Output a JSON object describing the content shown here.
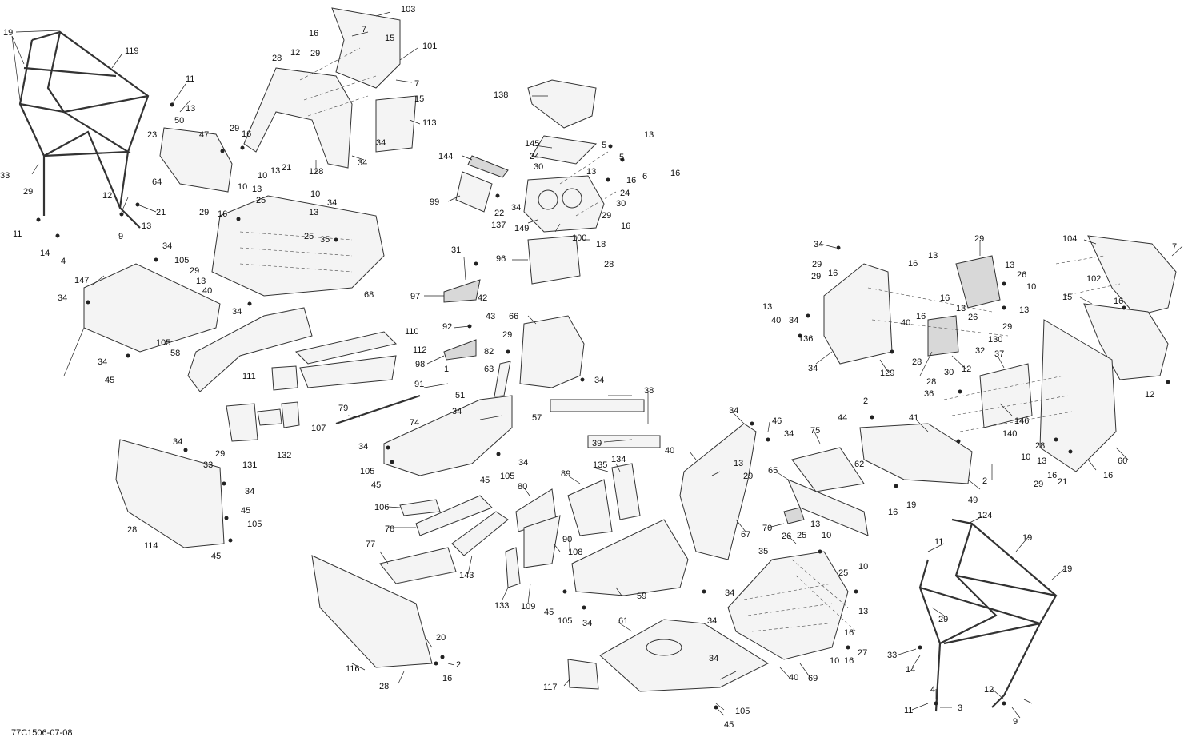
{
  "document_id": "77C1506-07-08",
  "callouts": [
    {
      "id": "c1",
      "text": "19"
    },
    {
      "id": "c2",
      "text": "119"
    },
    {
      "id": "c3",
      "text": "11"
    },
    {
      "id": "c4",
      "text": "13"
    },
    {
      "id": "c5",
      "text": "50"
    },
    {
      "id": "c6",
      "text": "23"
    },
    {
      "id": "c7",
      "text": "47"
    },
    {
      "id": "c8",
      "text": "64"
    },
    {
      "id": "c9",
      "text": "33"
    },
    {
      "id": "c10",
      "text": "29"
    },
    {
      "id": "c11",
      "text": "12"
    },
    {
      "id": "c12",
      "text": "21"
    },
    {
      "id": "c13",
      "text": "13"
    },
    {
      "id": "c14",
      "text": "9"
    },
    {
      "id": "c15",
      "text": "11"
    },
    {
      "id": "c16",
      "text": "14"
    },
    {
      "id": "c17",
      "text": "4"
    },
    {
      "id": "c18",
      "text": "103"
    },
    {
      "id": "c19",
      "text": "7"
    },
    {
      "id": "c20",
      "text": "15"
    },
    {
      "id": "c21",
      "text": "16"
    },
    {
      "id": "c22",
      "text": "29"
    },
    {
      "id": "c23",
      "text": "101"
    },
    {
      "id": "c24",
      "text": "28"
    },
    {
      "id": "c25",
      "text": "12"
    },
    {
      "id": "c26",
      "text": "7"
    },
    {
      "id": "c27",
      "text": "15"
    },
    {
      "id": "c28",
      "text": "113"
    },
    {
      "id": "c29",
      "text": "34"
    },
    {
      "id": "c30",
      "text": "29"
    },
    {
      "id": "c31",
      "text": "16"
    },
    {
      "id": "c32",
      "text": "10"
    },
    {
      "id": "c33",
      "text": "13"
    },
    {
      "id": "c34",
      "text": "21"
    },
    {
      "id": "c35",
      "text": "128"
    },
    {
      "id": "c36",
      "text": "34"
    },
    {
      "id": "c37",
      "text": "10"
    },
    {
      "id": "c38",
      "text": "13"
    },
    {
      "id": "c39",
      "text": "10"
    },
    {
      "id": "c40",
      "text": "25"
    },
    {
      "id": "c41",
      "text": "34"
    },
    {
      "id": "c42",
      "text": "29"
    },
    {
      "id": "c43",
      "text": "16"
    },
    {
      "id": "c44",
      "text": "13"
    },
    {
      "id": "c45",
      "text": "25"
    },
    {
      "id": "c46",
      "text": "35"
    },
    {
      "id": "c47",
      "text": "29"
    },
    {
      "id": "c48",
      "text": "13"
    },
    {
      "id": "c49",
      "text": "40"
    },
    {
      "id": "c50",
      "text": "68"
    },
    {
      "id": "c51",
      "text": "34"
    },
    {
      "id": "c52",
      "text": "105"
    },
    {
      "id": "c53",
      "text": "147"
    },
    {
      "id": "c54",
      "text": "34"
    },
    {
      "id": "c55",
      "text": "34"
    },
    {
      "id": "c56",
      "text": "105"
    },
    {
      "id": "c57",
      "text": "34"
    },
    {
      "id": "c58",
      "text": "45"
    },
    {
      "id": "c59",
      "text": "58"
    },
    {
      "id": "c60",
      "text": "110"
    },
    {
      "id": "c61",
      "text": "112"
    },
    {
      "id": "c62",
      "text": "111"
    },
    {
      "id": "c63",
      "text": "138"
    },
    {
      "id": "c64",
      "text": "145"
    },
    {
      "id": "c65",
      "text": "24"
    },
    {
      "id": "c66",
      "text": "30"
    },
    {
      "id": "c67",
      "text": "5"
    },
    {
      "id": "c68",
      "text": "5"
    },
    {
      "id": "c69",
      "text": "13"
    },
    {
      "id": "c70",
      "text": "13"
    },
    {
      "id": "c71",
      "text": "6"
    },
    {
      "id": "c72",
      "text": "16"
    },
    {
      "id": "c73",
      "text": "144"
    },
    {
      "id": "c74",
      "text": "16"
    },
    {
      "id": "c75",
      "text": "24"
    },
    {
      "id": "c76",
      "text": "30"
    },
    {
      "id": "c77",
      "text": "99"
    },
    {
      "id": "c78",
      "text": "22"
    },
    {
      "id": "c79",
      "text": "34"
    },
    {
      "id": "c80",
      "text": "137"
    },
    {
      "id": "c81",
      "text": "29"
    },
    {
      "id": "c82",
      "text": "16"
    },
    {
      "id": "c83",
      "text": "149"
    },
    {
      "id": "c84",
      "text": "100"
    },
    {
      "id": "c85",
      "text": "18"
    },
    {
      "id": "c86",
      "text": "96"
    },
    {
      "id": "c87",
      "text": "28"
    },
    {
      "id": "c88",
      "text": "31"
    },
    {
      "id": "c89",
      "text": "97"
    },
    {
      "id": "c90",
      "text": "42"
    },
    {
      "id": "c91",
      "text": "92"
    },
    {
      "id": "c92",
      "text": "43"
    },
    {
      "id": "c93",
      "text": "98"
    },
    {
      "id": "c94",
      "text": "1"
    },
    {
      "id": "c95",
      "text": "91"
    },
    {
      "id": "c96",
      "text": "51"
    },
    {
      "id": "c97",
      "text": "66"
    },
    {
      "id": "c98",
      "text": "29"
    },
    {
      "id": "c99",
      "text": "82"
    },
    {
      "id": "c100",
      "text": "63"
    },
    {
      "id": "c101",
      "text": "34"
    },
    {
      "id": "c102",
      "text": "38"
    },
    {
      "id": "c103",
      "text": "39"
    },
    {
      "id": "c104",
      "text": "79"
    },
    {
      "id": "c105",
      "text": "74"
    },
    {
      "id": "c106",
      "text": "34"
    },
    {
      "id": "c107",
      "text": "57"
    },
    {
      "id": "c108",
      "text": "34"
    },
    {
      "id": "c109",
      "text": "105"
    },
    {
      "id": "c110",
      "text": "45"
    },
    {
      "id": "c111",
      "text": "45"
    },
    {
      "id": "c112",
      "text": "105"
    },
    {
      "id": "c113",
      "text": "34"
    },
    {
      "id": "c114",
      "text": "107"
    },
    {
      "id": "c115",
      "text": "131"
    },
    {
      "id": "c116",
      "text": "132"
    },
    {
      "id": "c117",
      "text": "34"
    },
    {
      "id": "c118",
      "text": "29"
    },
    {
      "id": "c119",
      "text": "33"
    },
    {
      "id": "c120",
      "text": "34"
    },
    {
      "id": "c121",
      "text": "45"
    },
    {
      "id": "c122",
      "text": "105"
    },
    {
      "id": "c123",
      "text": "28"
    },
    {
      "id": "c124",
      "text": "114"
    },
    {
      "id": "c125",
      "text": "45"
    },
    {
      "id": "c126",
      "text": "106"
    },
    {
      "id": "c127",
      "text": "80"
    },
    {
      "id": "c128",
      "text": "78"
    },
    {
      "id": "c129",
      "text": "77"
    },
    {
      "id": "c130",
      "text": "143"
    },
    {
      "id": "c131",
      "text": "89"
    },
    {
      "id": "c132",
      "text": "135"
    },
    {
      "id": "c133",
      "text": "134"
    },
    {
      "id": "c134",
      "text": "90"
    },
    {
      "id": "c135",
      "text": "108"
    },
    {
      "id": "c136",
      "text": "133"
    },
    {
      "id": "c137",
      "text": "109"
    },
    {
      "id": "c138",
      "text": "45"
    },
    {
      "id": "c139",
      "text": "105"
    },
    {
      "id": "c140",
      "text": "34"
    },
    {
      "id": "c141",
      "text": "59"
    },
    {
      "id": "c142",
      "text": "34"
    },
    {
      "id": "c143",
      "text": "20"
    },
    {
      "id": "c144",
      "text": "2"
    },
    {
      "id": "c145",
      "text": "16"
    },
    {
      "id": "c146",
      "text": "116"
    },
    {
      "id": "c147",
      "text": "28"
    },
    {
      "id": "c148",
      "text": "34"
    },
    {
      "id": "c149",
      "text": "46"
    },
    {
      "id": "c150",
      "text": "34"
    },
    {
      "id": "c151",
      "text": "40"
    },
    {
      "id": "c152",
      "text": "13"
    },
    {
      "id": "c153",
      "text": "29"
    },
    {
      "id": "c154",
      "text": "75"
    },
    {
      "id": "c155",
      "text": "65"
    },
    {
      "id": "c156",
      "text": "67"
    },
    {
      "id": "c157",
      "text": "70"
    },
    {
      "id": "c158",
      "text": "26"
    },
    {
      "id": "c159",
      "text": "25"
    },
    {
      "id": "c160",
      "text": "13"
    },
    {
      "id": "c161",
      "text": "10"
    },
    {
      "id": "c162",
      "text": "35"
    },
    {
      "id": "c163",
      "text": "25"
    },
    {
      "id": "c164",
      "text": "10"
    },
    {
      "id": "c165",
      "text": "34"
    },
    {
      "id": "c166",
      "text": "13"
    },
    {
      "id": "c167",
      "text": "16"
    },
    {
      "id": "c168",
      "text": "10"
    },
    {
      "id": "c169",
      "text": "16"
    },
    {
      "id": "c170",
      "text": "27"
    },
    {
      "id": "c171",
      "text": "61"
    },
    {
      "id": "c172",
      "text": "34"
    },
    {
      "id": "c173",
      "text": "40"
    },
    {
      "id": "c174",
      "text": "69"
    },
    {
      "id": "c175",
      "text": "117"
    },
    {
      "id": "c176",
      "text": "105"
    },
    {
      "id": "c177",
      "text": "45"
    },
    {
      "id": "c178",
      "text": "34"
    },
    {
      "id": "c179",
      "text": "29"
    },
    {
      "id": "c180",
      "text": "16"
    },
    {
      "id": "c181",
      "text": "29"
    },
    {
      "id": "c182",
      "text": "13"
    },
    {
      "id": "c183",
      "text": "40"
    },
    {
      "id": "c184",
      "text": "34"
    },
    {
      "id": "c185",
      "text": "136"
    },
    {
      "id": "c186",
      "text": "34"
    },
    {
      "id": "c187",
      "text": "129"
    },
    {
      "id": "c188",
      "text": "29"
    },
    {
      "id": "c189",
      "text": "16"
    },
    {
      "id": "c190",
      "text": "13"
    },
    {
      "id": "c191",
      "text": "16"
    },
    {
      "id": "c192",
      "text": "13"
    },
    {
      "id": "c193",
      "text": "26"
    },
    {
      "id": "c194",
      "text": "10"
    },
    {
      "id": "c195",
      "text": "13"
    },
    {
      "id": "c196",
      "text": "29"
    },
    {
      "id": "c197",
      "text": "40"
    },
    {
      "id": "c198",
      "text": "16"
    },
    {
      "id": "c199",
      "text": "13"
    },
    {
      "id": "c200",
      "text": "26"
    },
    {
      "id": "c201",
      "text": "130"
    },
    {
      "id": "c202",
      "text": "28"
    },
    {
      "id": "c203",
      "text": "32"
    },
    {
      "id": "c204",
      "text": "12"
    },
    {
      "id": "c205",
      "text": "30"
    },
    {
      "id": "c206",
      "text": "28"
    },
    {
      "id": "c207",
      "text": "36"
    },
    {
      "id": "c208",
      "text": "37"
    },
    {
      "id": "c209",
      "text": "146"
    },
    {
      "id": "c210",
      "text": "140"
    },
    {
      "id": "c211",
      "text": "104"
    },
    {
      "id": "c212",
      "text": "7"
    },
    {
      "id": "c213",
      "text": "102"
    },
    {
      "id": "c214",
      "text": "15"
    },
    {
      "id": "c215",
      "text": "16"
    },
    {
      "id": "c216",
      "text": "12"
    },
    {
      "id": "c217",
      "text": "28"
    },
    {
      "id": "c218",
      "text": "10"
    },
    {
      "id": "c219",
      "text": "13"
    },
    {
      "id": "c220",
      "text": "29"
    },
    {
      "id": "c221",
      "text": "16"
    },
    {
      "id": "c222",
      "text": "21"
    },
    {
      "id": "c223",
      "text": "60"
    },
    {
      "id": "c224",
      "text": "16"
    },
    {
      "id": "c225",
      "text": "2"
    },
    {
      "id": "c226",
      "text": "44"
    },
    {
      "id": "c227",
      "text": "41"
    },
    {
      "id": "c228",
      "text": "62"
    },
    {
      "id": "c229",
      "text": "49"
    },
    {
      "id": "c230",
      "text": "2"
    },
    {
      "id": "c231",
      "text": "16"
    },
    {
      "id": "c232",
      "text": "19"
    },
    {
      "id": "c233",
      "text": "124"
    },
    {
      "id": "c234",
      "text": "19"
    },
    {
      "id": "c235",
      "text": "11"
    },
    {
      "id": "c236",
      "text": "19"
    },
    {
      "id": "c237",
      "text": "29"
    },
    {
      "id": "c238",
      "text": "33"
    },
    {
      "id": "c239",
      "text": "14"
    },
    {
      "id": "c240",
      "text": "4"
    },
    {
      "id": "c241",
      "text": "11"
    },
    {
      "id": "c242",
      "text": "3"
    },
    {
      "id": "c243",
      "text": "12"
    },
    {
      "id": "c244",
      "text": "9"
    }
  ]
}
